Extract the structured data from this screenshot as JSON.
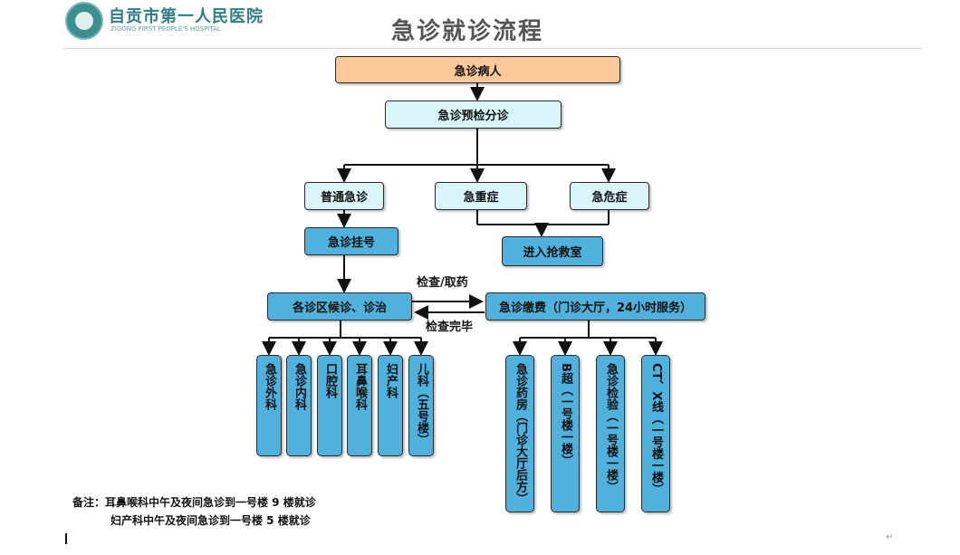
{
  "header": {
    "logo_cn": "自贡市第一人民医院",
    "logo_en": "ZIGONG FIRST PEOPLE'S HOSPITAL",
    "title": "急诊就诊流程"
  },
  "flow": {
    "patient": "急诊病人",
    "triage": "急诊预检分诊",
    "general": "普通急诊",
    "severe": "急重症",
    "critical": "急危症",
    "rescue": "进入抢救室",
    "register": "急诊挂号",
    "clinic": "各诊区候诊、诊治",
    "payment": "急诊缴费（门诊大厅，24小时服务）",
    "check_label": "检查/取药",
    "done_label": "检查完毕"
  },
  "departments": [
    "急诊外科",
    "急诊内科",
    "口腔科",
    "耳鼻喉科",
    "妇产科",
    "儿科（五号楼）"
  ],
  "services": [
    "急诊药房（门诊大厅后方）",
    "B超（一号楼一楼）",
    "急诊检验（一号楼一楼）",
    "CT、X线（一号楼一楼）"
  ],
  "notes": {
    "line1": "备注：耳鼻喉科中午及夜间急诊到一号楼 9 楼就诊",
    "line2": "妇产科中午及夜间急诊到一号楼 5 楼就诊"
  },
  "colors": {
    "orange": "#fbc89a",
    "cyan": "#d9f5fa",
    "blue": "#4fb1dc",
    "line": "#111111"
  }
}
